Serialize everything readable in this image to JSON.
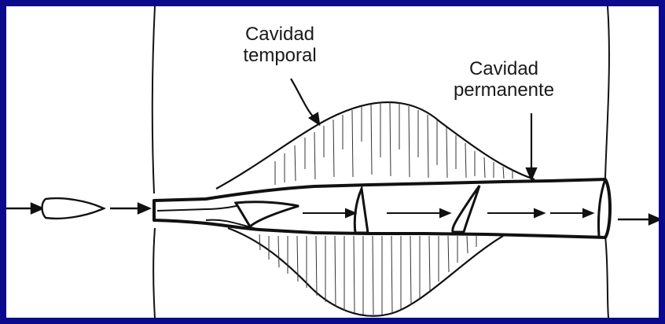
{
  "labels": {
    "temporal_line1": "Cavidad",
    "temporal_line2": "temporal",
    "permanent_line1": "Cavidad",
    "permanent_line2": "permanente"
  },
  "colors": {
    "background": "#0b0a8c",
    "panel": "#ffffff",
    "ink": "#111111"
  }
}
